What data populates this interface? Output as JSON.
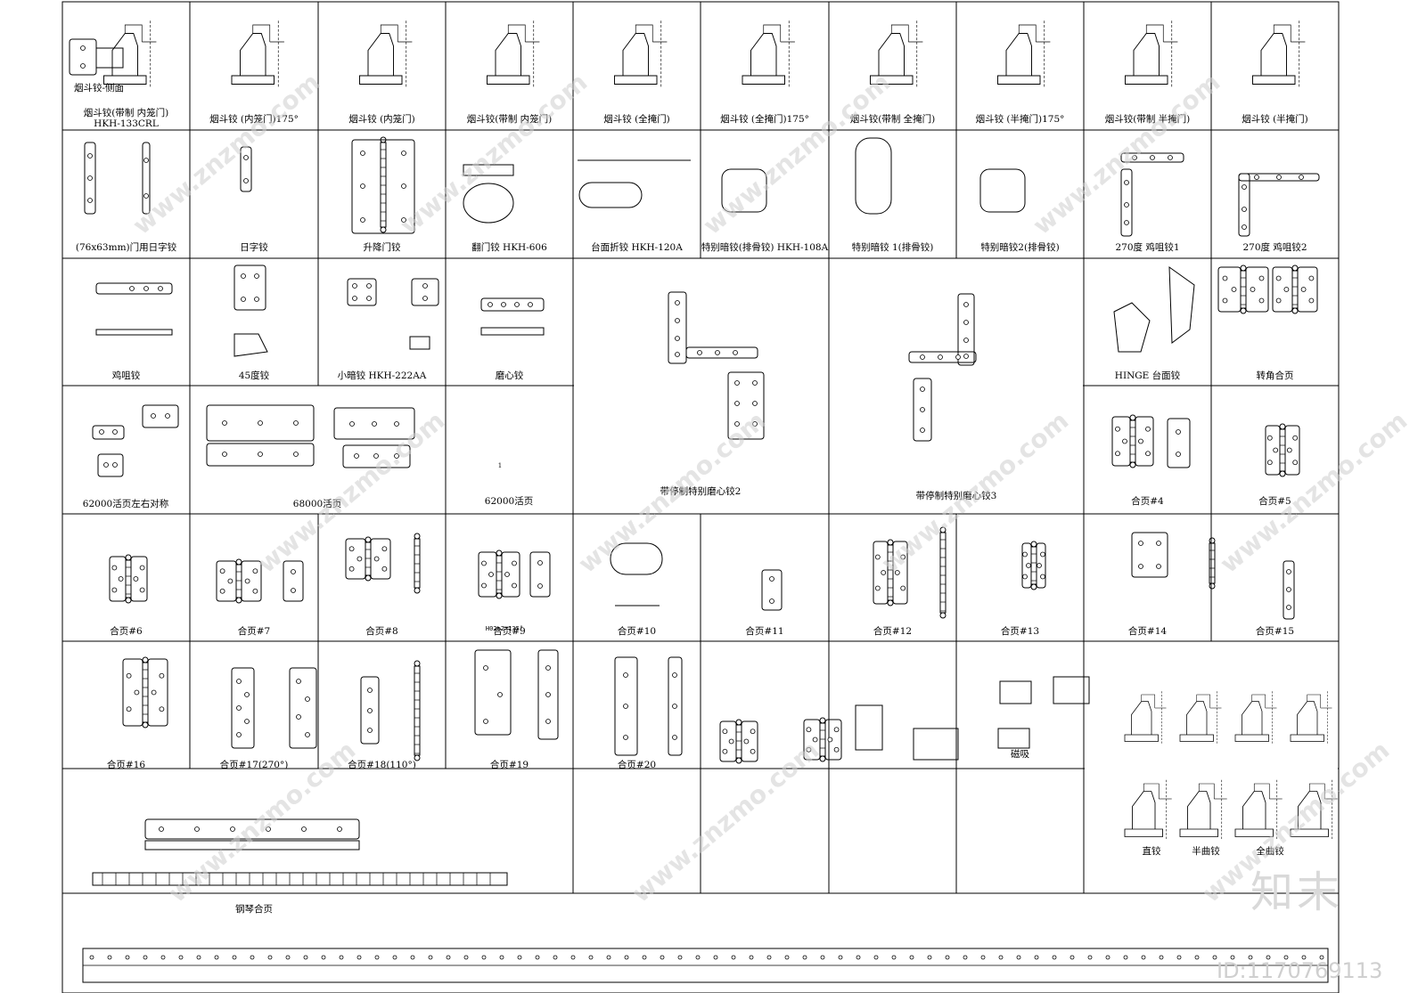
{
  "brand": {
    "logo": "知末",
    "id_label": "ID:1170769113",
    "watermark": "www.znzmo.com"
  },
  "rows": [
    [
      "烟斗铰(带制 内笼门)\nHKH-133CRL",
      "烟斗铰 (内笼门)175°",
      "烟斗铰 (内笼门)",
      "烟斗铰(带制 内笼门)",
      "烟斗铰 (全掩门)",
      "烟斗铰 (全掩门)175°",
      "烟斗铰(带制 全掩门)",
      "烟斗铰 (半掩门)175°",
      "烟斗铰(带制 半掩门)",
      "烟斗铰 (半掩门)"
    ],
    [
      "(76x63mm)门用日字铰",
      "日字铰",
      "升降门铰",
      "翻门铰 HKH-606",
      "台面折铰 HKH-120A",
      "特别暗铰(排骨铰) HKH-108A",
      "特别暗铰 1(排骨铰)",
      "特别暗铰2(排骨铰)",
      "270度 鸡咀铰1",
      "270度 鸡咀铰2"
    ],
    [
      "鸡咀铰",
      "45度铰",
      "小暗铰 HKH-222AA",
      "磨心铰",
      "",
      "",
      "HINGE 台面铰",
      "转角合页"
    ],
    [
      "62000活页左右对称",
      "68000活页",
      "62000活页",
      "带停制特别磨心铰2",
      "带停制特别磨心铰3",
      "合页#4",
      "合页#5"
    ],
    [
      "合页#6",
      "合页#7",
      "合页#8",
      "合页#9",
      "合页#10",
      "合页#11",
      "合页#12",
      "合页#13",
      "合页#14",
      "合页#15"
    ],
    [
      "合页#16",
      "合页#17(270°)",
      "合页#18(110°)",
      "合页#19",
      "合页#20",
      "",
      "",
      "磁吸"
    ],
    [
      "钢琴合页",
      "直铰",
      "半曲铰",
      "全曲铰"
    ]
  ],
  "extra": {
    "side_label": "烟斗铰-侧面",
    "angle_note": "H02e2=135°",
    "small_mark": "1"
  }
}
